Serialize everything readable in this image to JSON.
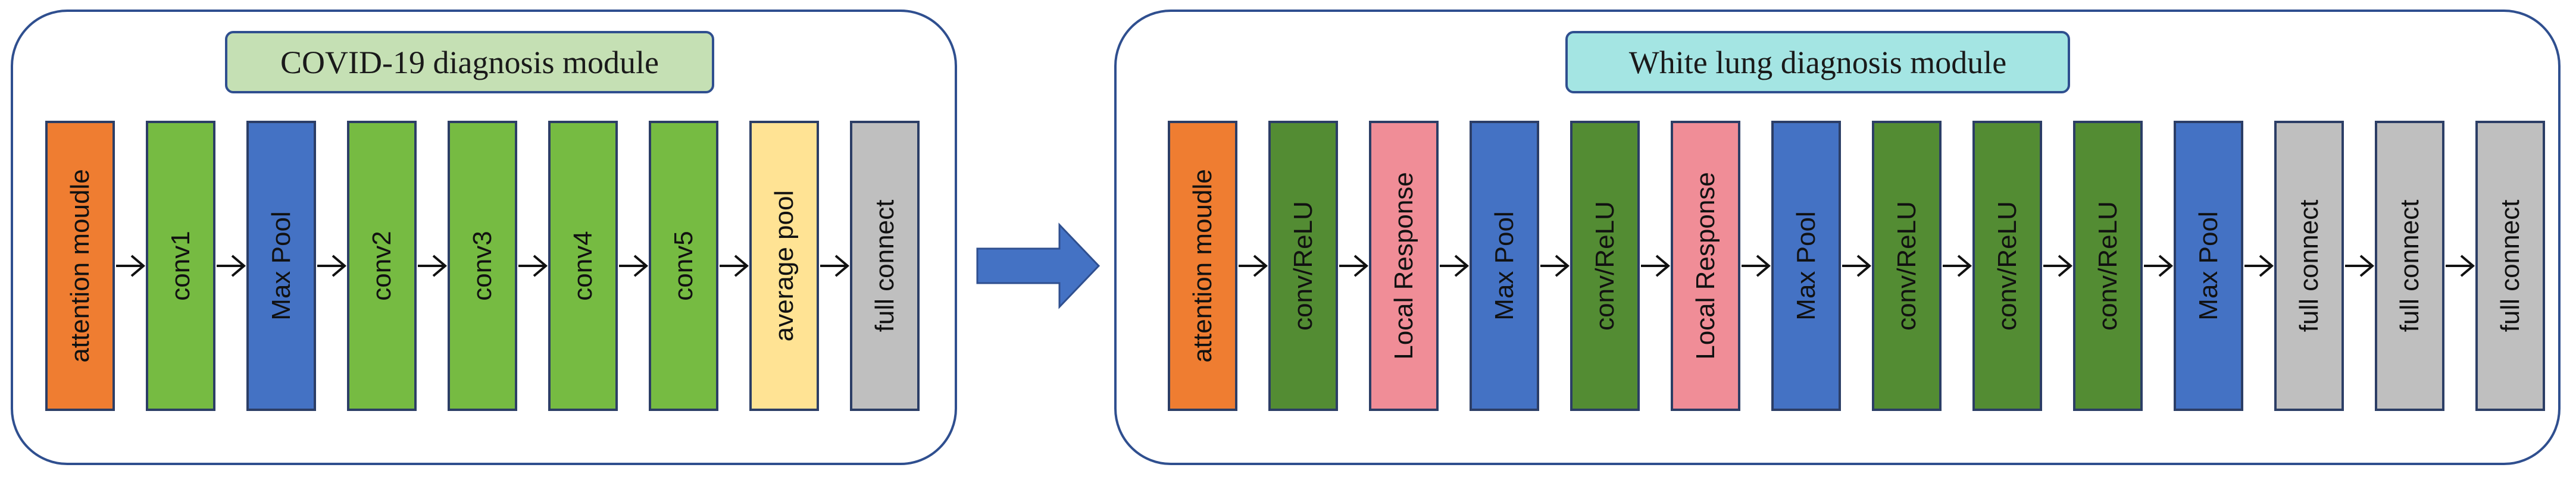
{
  "colors": {
    "orange": "#ef7d31",
    "green_light": "#76bb42",
    "green_dark": "#538c33",
    "blue": "#4472c4",
    "pink": "#f08d97",
    "yellow": "#ffe394",
    "gray": "#bfbfbf",
    "border": "#2f4f8f",
    "title_left_bg": "#c5e0b4",
    "title_right_bg": "#a4e5e3",
    "big_arrow": "#4472c4"
  },
  "left_module": {
    "title": "COVID-19 diagnosis module",
    "blocks": [
      {
        "label": "attention moudle",
        "color": "orange"
      },
      {
        "label": "conv1",
        "color": "green_light"
      },
      {
        "label": "Max Pool",
        "color": "blue"
      },
      {
        "label": "conv2",
        "color": "green_light"
      },
      {
        "label": "conv3",
        "color": "green_light"
      },
      {
        "label": "conv4",
        "color": "green_light"
      },
      {
        "label": "conv5",
        "color": "green_light"
      },
      {
        "label": "average pool",
        "color": "yellow"
      },
      {
        "label": "full connect",
        "color": "gray"
      }
    ]
  },
  "right_module": {
    "title": "White lung diagnosis module",
    "blocks": [
      {
        "label": "attention moudle",
        "color": "orange"
      },
      {
        "label": "conv/ReLU",
        "color": "green_dark"
      },
      {
        "label": "Local Response",
        "color": "pink"
      },
      {
        "label": "Max Pool",
        "color": "blue"
      },
      {
        "label": "conv/ReLU",
        "color": "green_dark"
      },
      {
        "label": "Local Response",
        "color": "pink"
      },
      {
        "label": "Max Pool",
        "color": "blue"
      },
      {
        "label": "conv/ReLU",
        "color": "green_dark"
      },
      {
        "label": "conv/ReLU",
        "color": "green_dark"
      },
      {
        "label": "conv/ReLU",
        "color": "green_dark"
      },
      {
        "label": "Max Pool",
        "color": "blue"
      },
      {
        "label": "full connect",
        "color": "gray"
      },
      {
        "label": "full connect",
        "color": "gray"
      },
      {
        "label": "full connect",
        "color": "gray"
      }
    ]
  }
}
